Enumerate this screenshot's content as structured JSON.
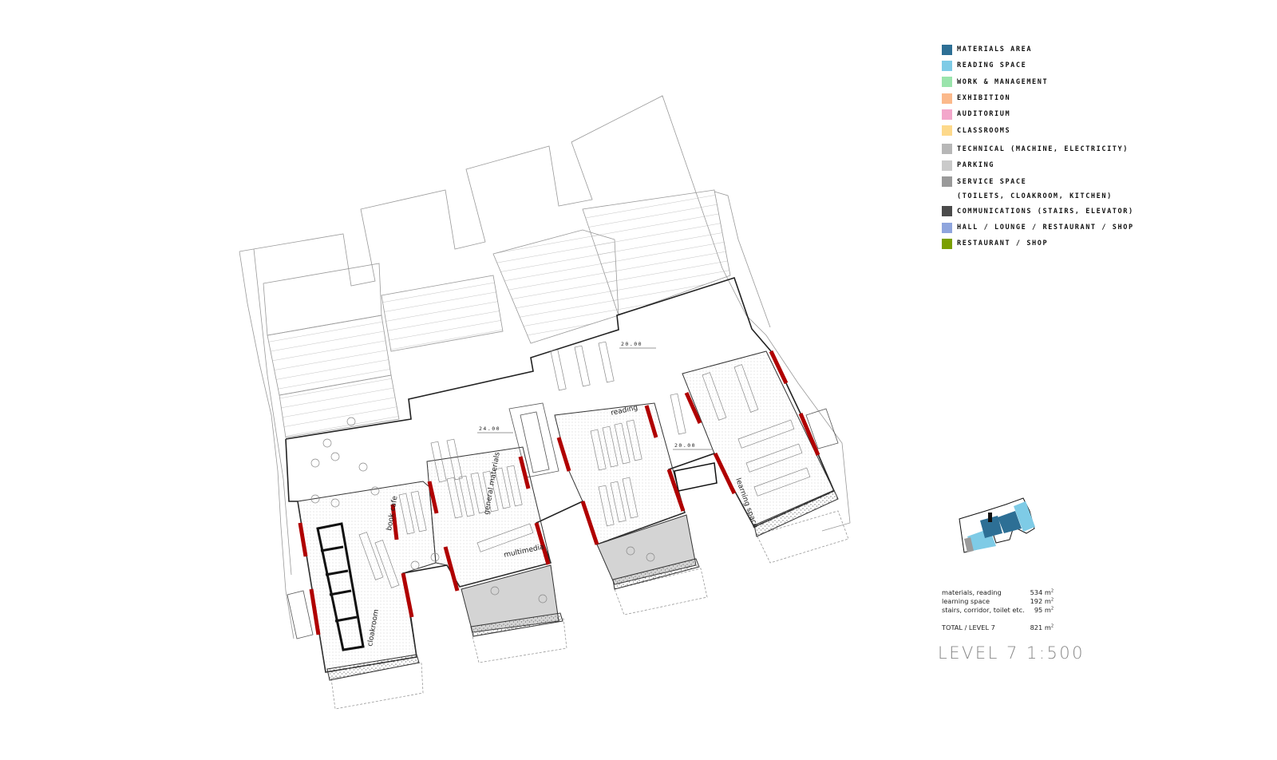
{
  "legend": [
    {
      "label": "MATERIALS AREA",
      "color": "#2d6f95"
    },
    {
      "label": "READING SPACE",
      "color": "#7ecbe6"
    },
    {
      "label": "WORK & MANAGEMENT",
      "color": "#9ae4ac"
    },
    {
      "label": "EXHIBITION",
      "color": "#fbb98b"
    },
    {
      "label": "AUDITORIUM",
      "color": "#f3a7cb"
    },
    {
      "label": "CLASSROOMS",
      "color": "#fdd98b"
    },
    {
      "label": "TECHNICAL (MACHINE, ELECTRICITY)",
      "color": "#b7b7b7"
    },
    {
      "label": "PARKING",
      "color": "#cacaca"
    },
    {
      "label": "SERVICE SPACE",
      "color": "#9a9a9a",
      "sub": "(TOILETS, CLOAKROOM, KITCHEN)"
    },
    {
      "label": "COMMUNICATIONS (STAIRS, ELEVATOR)",
      "color": "#4b4b4b"
    },
    {
      "label": "HALL / LOUNGE / RESTAURANT / SHOP",
      "color": "#8fa5dd"
    },
    {
      "label": "RESTAURANT / SHOP",
      "color": "#7a9f00"
    }
  ],
  "areas": [
    {
      "label": "materials, reading",
      "value": "534 m",
      "unit": "2"
    },
    {
      "label": "learning space",
      "value": "192 m",
      "unit": "2"
    },
    {
      "label": "stairs, corridor, toilet etc.",
      "value": "95 m",
      "unit": "2"
    }
  ],
  "total": {
    "label": "TOTAL / LEVEL 7",
    "value": "821 m",
    "unit": "2"
  },
  "title": "LEVEL 7  1:500",
  "rooms": {
    "book_cafe": "book cafe",
    "cloakroom": "cloakroom",
    "general_materials": "general materials",
    "multimedia": "multimedia",
    "reading": "reading",
    "learning_space": "learning space"
  },
  "elevations": [
    "24.00",
    "20.00",
    "20.00"
  ],
  "colors": {
    "wall_red": "#b00000",
    "garden": "#d4d4d4",
    "line": "#999999"
  }
}
